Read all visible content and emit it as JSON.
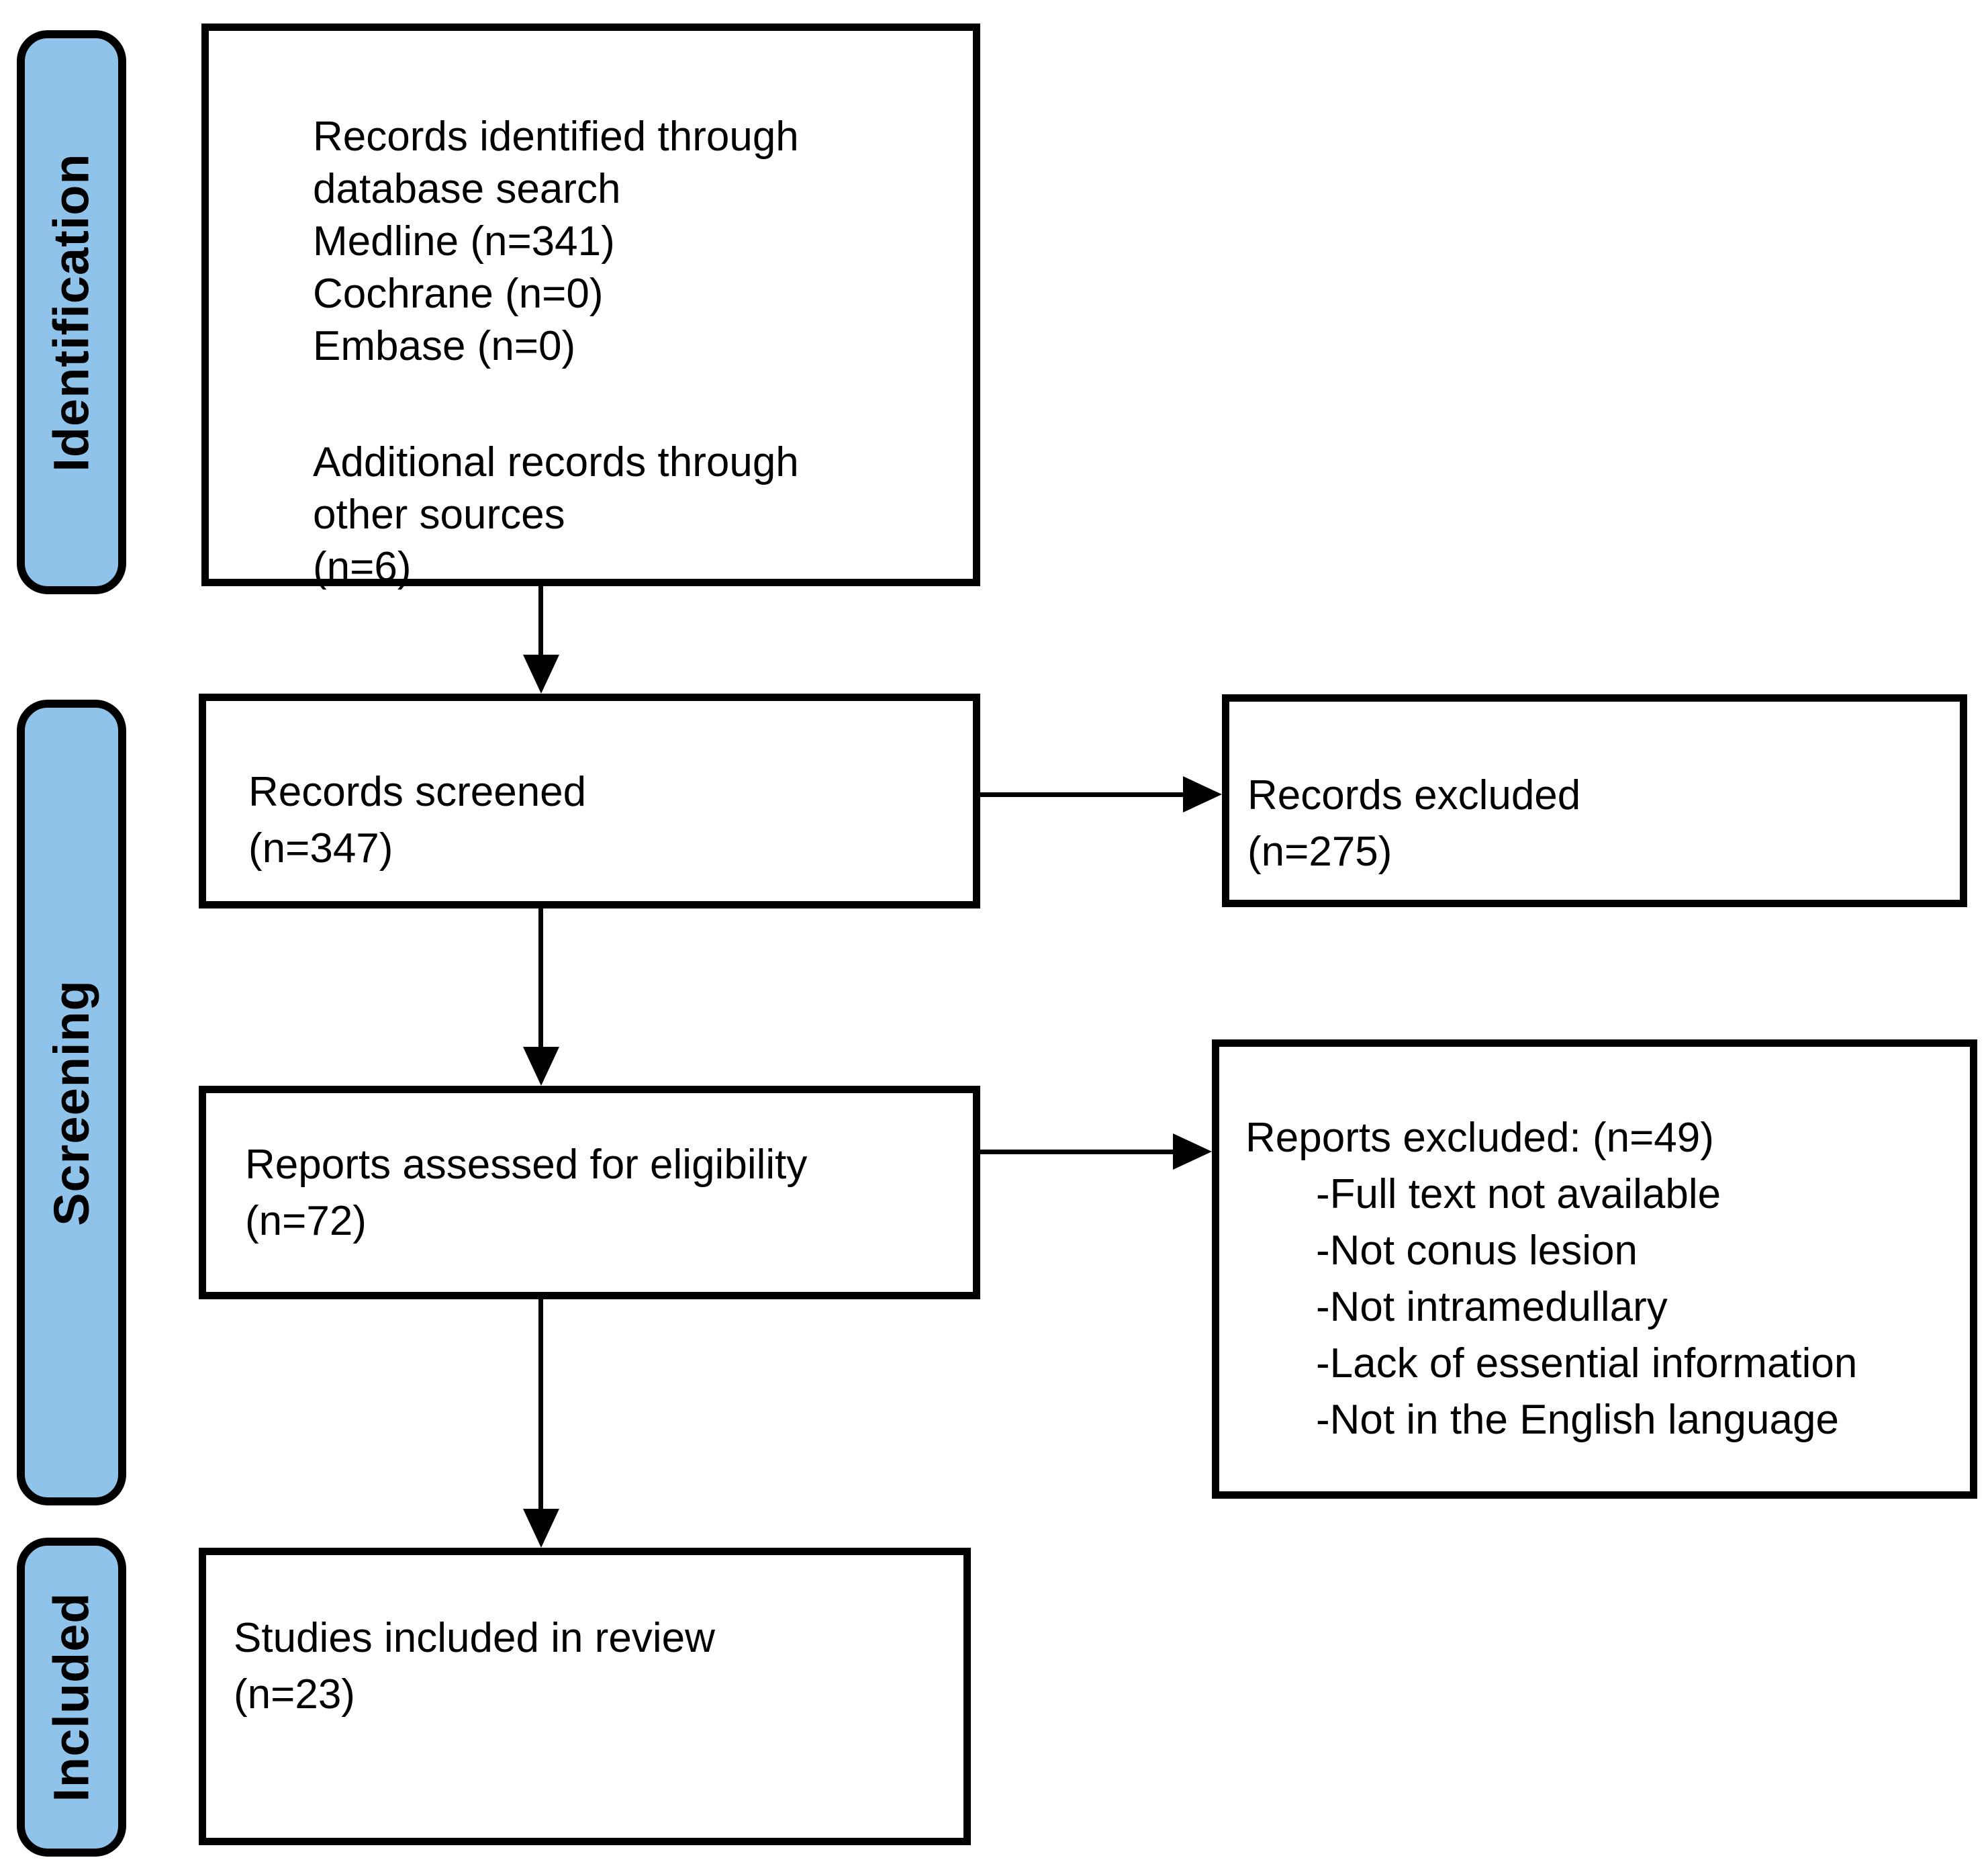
{
  "colors": {
    "stage_fill": "#90C3E9",
    "line": "#000000",
    "background": "#FFFFFF"
  },
  "stages": [
    {
      "label": "Identification"
    },
    {
      "label": "Screening"
    },
    {
      "label": "Included"
    }
  ],
  "boxes": {
    "identified": {
      "lines": [
        "Records identified through",
        "database search",
        "Medline (n=341)",
        "Cochrane (n=0)",
        "Embase (n=0)",
        "Additional records through",
        "other sources",
        "(n=6)"
      ]
    },
    "screened": {
      "lines": [
        "Records screened",
        "(n=347)"
      ]
    },
    "records_excluded": {
      "lines": [
        "Records excluded",
        "(n=275)"
      ]
    },
    "assessed": {
      "lines": [
        "Reports assessed for eligibility",
        "(n=72)"
      ]
    },
    "reports_excluded": {
      "title": "Reports excluded: (n=49)",
      "reasons": [
        "-Full text not available",
        "-Not conus lesion",
        "-Not intramedullary",
        "-Lack of essential information",
        "-Not in the English language"
      ]
    },
    "included": {
      "lines": [
        "Studies included in review",
        "(n=23)"
      ]
    }
  }
}
